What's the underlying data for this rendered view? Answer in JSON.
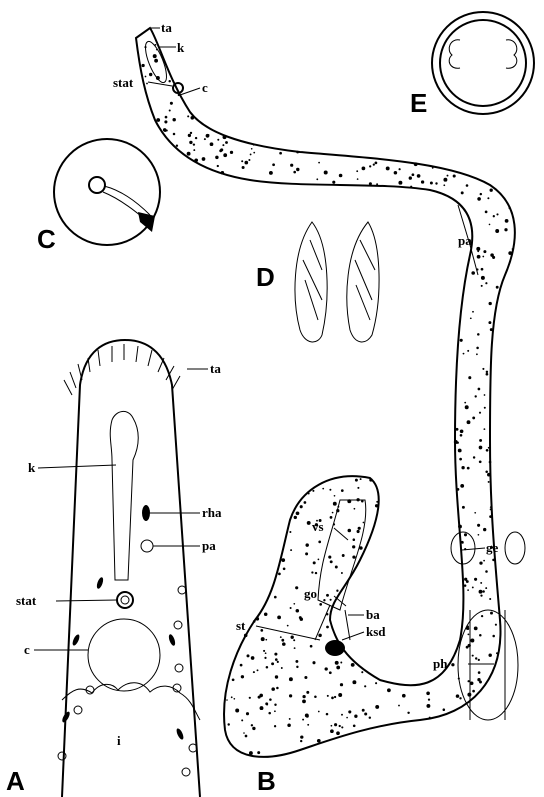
{
  "panels": {
    "A": {
      "letter": "A",
      "labels": {
        "ta": "ta",
        "k": "k",
        "rha": "rha",
        "pa": "pa",
        "stat": "stat",
        "c": "c",
        "i": "i"
      }
    },
    "B": {
      "letter": "B",
      "labels": {
        "ta": "ta",
        "k": "k",
        "stat": "stat",
        "c": "c",
        "pa": "pa",
        "ge": "ge",
        "ph": "ph",
        "vs": "vs",
        "go": "go",
        "ba": "ba",
        "st": "st",
        "ksd": "ksd"
      }
    },
    "C": {
      "letter": "C"
    },
    "D": {
      "letter": "D"
    },
    "E": {
      "letter": "E"
    }
  },
  "colors": {
    "ink": "#000000",
    "paper": "#ffffff"
  }
}
